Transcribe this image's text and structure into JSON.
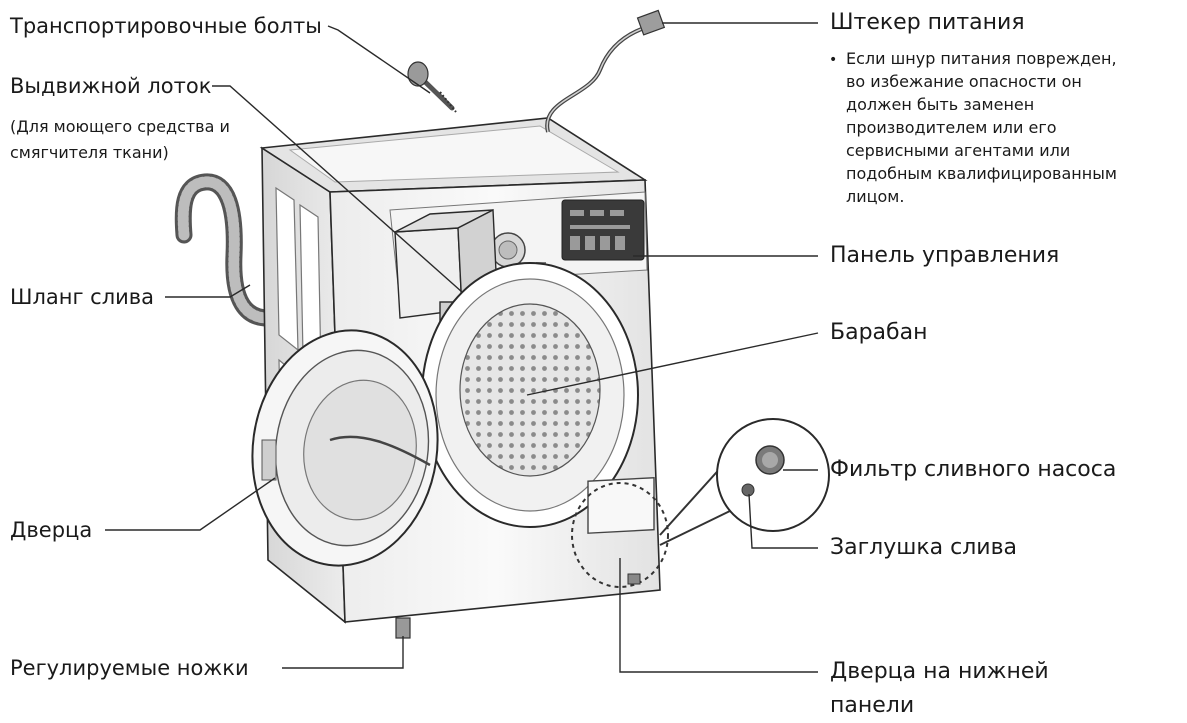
{
  "labels": {
    "transport_bolts": "Транспортировочные болты",
    "drawer": "Выдвижной лоток",
    "drawer_note_1": "(Для моющего средства и",
    "drawer_note_2": "смягчителя ткани)",
    "drain_hose": "Шланг слива",
    "door": "Дверца",
    "adjustable_feet": "Регулируемые ножки",
    "power_plug": "Штекер питания",
    "power_plug_note": [
      "Если шнур питания поврежден,",
      "во избежание опасности он",
      "должен быть заменен",
      "производителем или его",
      "сервисными агентами или",
      "подобным квалифицированным",
      "лицом."
    ],
    "control_panel": "Панель управления",
    "drum": "Барабан",
    "pump_filter": "Фильтр сливного насоса",
    "drain_plug": "Заглушка слива",
    "bottom_door_1": "Дверца на нижней",
    "bottom_door_2": "панели"
  },
  "colors": {
    "outline": "#2a2a2a",
    "body": "#f2f2f2",
    "body_shade": "#d9d9d9",
    "screen": "#3a3a3a"
  }
}
